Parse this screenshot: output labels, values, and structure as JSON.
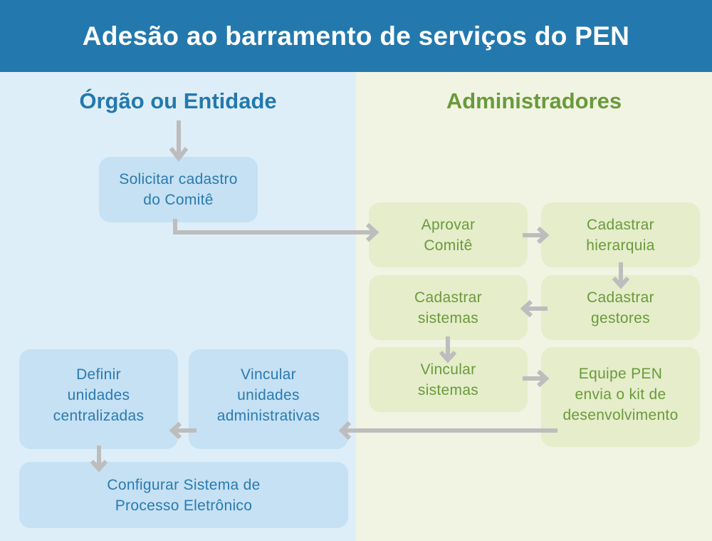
{
  "title": "Adesão ao barramento de serviços do PEN",
  "lanes": {
    "left": "Órgão ou Entidade",
    "right": "Administradores"
  },
  "colors": {
    "header": "#2379ad",
    "left_lane": "#deeef8",
    "right_lane": "#f1f4e3",
    "left_box": "#c5e1f3",
    "right_box": "#e5edcb",
    "left_text": "#2b7aaf",
    "right_text": "#6a9a3a",
    "arrow": "#bdbdbd"
  },
  "steps": {
    "solicitar": "Solicitar cadastro\ndo Comitê",
    "aprovar": "Aprovar\nComitê",
    "hierarquia": "Cadastrar\nhierarquia",
    "gestores": "Cadastrar\ngestores",
    "sistemas": "Cadastrar\nsistemas",
    "vincular_sistemas": "Vincular\nsistemas",
    "equipe_pen": "Equipe PEN\nenvia o kit de\ndesenvolvimento",
    "vincular_unidades": "Vincular\nunidades\nadministrativas",
    "definir": "Definir\nunidades\ncentralizadas",
    "configurar": "Configurar Sistema de\nProcesso Eletrônico"
  }
}
